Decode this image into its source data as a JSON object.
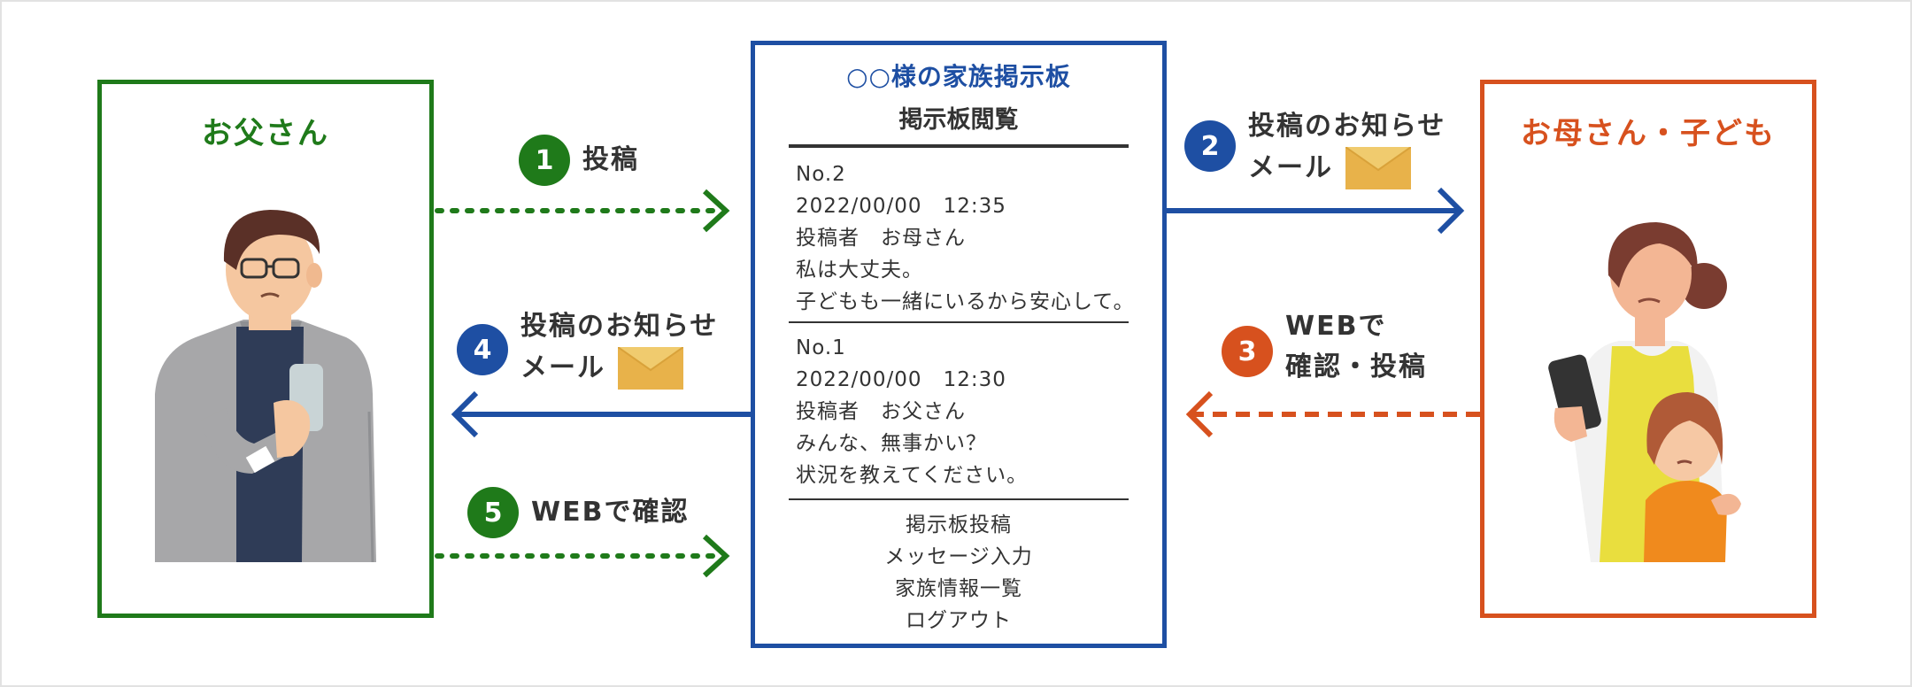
{
  "father": {
    "title": "お父さん"
  },
  "mother": {
    "title": "お母さん・子ども"
  },
  "board": {
    "title": "○○様の家族掲示板",
    "subtitle": "掲示板閲覧",
    "posts": [
      {
        "no": "No.2",
        "datetime": "2022/00/00　12:35",
        "author": "投稿者　お母さん",
        "lines": [
          "私は大丈夫。",
          "子どもも一緒にいるから安心して。"
        ]
      },
      {
        "no": "No.1",
        "datetime": "2022/00/00　12:30",
        "author": "投稿者　お父さん",
        "lines": [
          "みんな、無事かい？",
          "状況を教えてください。"
        ]
      }
    ],
    "menu": [
      "掲示板投稿",
      "メッセージ入力",
      "家族情報一覧",
      "ログアウト"
    ]
  },
  "steps": [
    {
      "num": "1",
      "line1": "投稿",
      "line2": ""
    },
    {
      "num": "2",
      "line1": "投稿のお知らせ",
      "line2": "メール"
    },
    {
      "num": "3",
      "line1": "WEBで",
      "line2": "確認・投稿"
    },
    {
      "num": "4",
      "line1": "投稿のお知らせ",
      "line2": "メール"
    },
    {
      "num": "5",
      "line1": "WEBで確認",
      "line2": ""
    }
  ],
  "colors": {
    "green": "#1f7a1a",
    "blue": "#1e4fa3",
    "orange": "#d7511e",
    "mail": "#e8b24a"
  },
  "icons": [
    "envelope-icon",
    "father-illustration",
    "mother-child-illustration"
  ]
}
